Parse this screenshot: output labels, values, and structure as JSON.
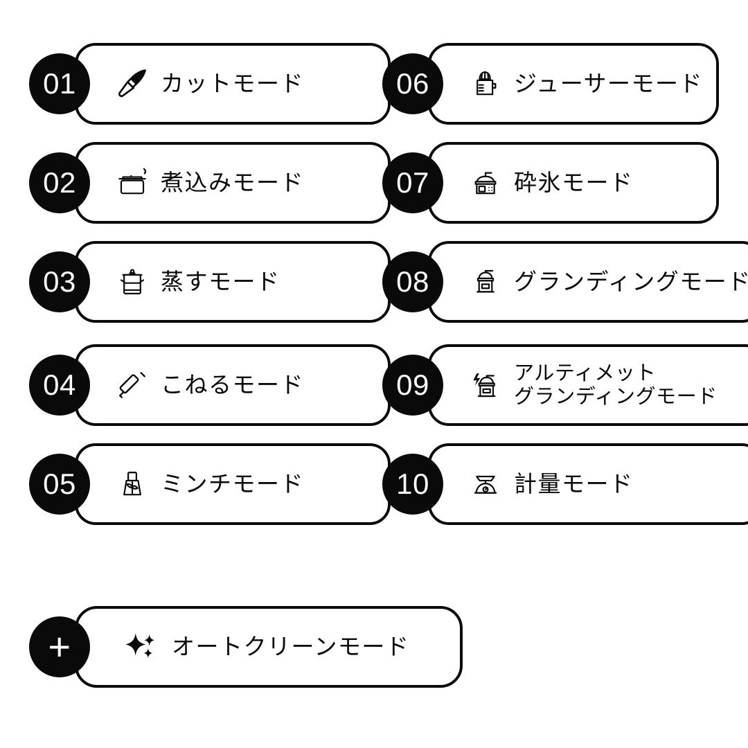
{
  "page": {
    "background_color": "#ffffff",
    "accent_color": "#0a0a0a",
    "layout": "two-column mode list with badges"
  },
  "modes": {
    "left_column": [
      {
        "number": "01",
        "label": "カットモード",
        "icon": "knife-icon"
      },
      {
        "number": "02",
        "label": "煮込みモード",
        "icon": "pot-icon"
      },
      {
        "number": "03",
        "label": "蒸すモード",
        "icon": "steamer-icon"
      },
      {
        "number": "04",
        "label": "こねるモード",
        "icon": "rolling-pin-icon"
      },
      {
        "number": "05",
        "label": "ミンチモード",
        "icon": "food-processor-icon"
      }
    ],
    "right_column": [
      {
        "number": "06",
        "label": "ジューサーモード",
        "icon": "citrus-juicer-icon"
      },
      {
        "number": "07",
        "label": "砕氷モード",
        "icon": "ice-crusher-icon"
      },
      {
        "number": "08",
        "label": "グランディングモード",
        "icon": "coffee-grinder-icon"
      },
      {
        "number": "09",
        "label": "アルティメット\nグランディングモード",
        "icon": "coffee-grinder-bolt-icon"
      },
      {
        "number": "10",
        "label": "計量モード",
        "icon": "kitchen-scale-icon"
      }
    ]
  },
  "extra_mode": {
    "number": "+",
    "label": "オートクリーンモード",
    "icon": "sparkle-icon"
  }
}
